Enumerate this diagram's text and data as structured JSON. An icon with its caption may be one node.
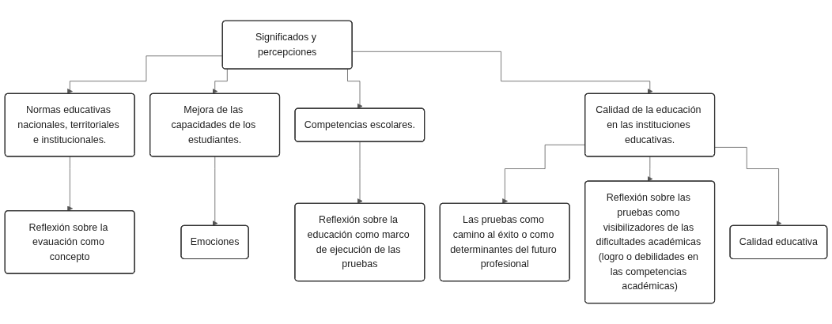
{
  "diagram": {
    "nodes": [
      {
        "text": [
          "Significados y percepciones"
        ]
      },
      {
        "text": [
          "Normas educativas nacionales, territoriales e institucionales."
        ]
      },
      {
        "text": [
          "Reflexión sobre la evauación como concepto"
        ]
      },
      {
        "text": [
          "Mejora de las capacidades de los estudiantes."
        ]
      },
      {
        "text": [
          "Calidad de la educación en las instituciones educativas."
        ]
      },
      {
        "text": [
          "Las pruebas como camino al éxito o como determinantes del futuro profesional"
        ]
      },
      {
        "text": [
          "Emociones"
        ]
      },
      {
        "text": [
          "Competencias escolares."
        ]
      },
      {
        "text": [
          "Reflexión sobre las pruebas como visibilizadores de las dificultades académicas (logro o debilidades en las competencias académicas)"
        ]
      },
      {
        "text": [
          "Calidad educativa"
        ]
      },
      {
        "text": [
          "Reflexión sobre la educación como marco de ejecución de las pruebas"
        ]
      }
    ],
    "edges": [
      {
        "from": 0,
        "to": 1,
        "arrow": "to"
      },
      {
        "from": 1,
        "to": 2,
        "arrow": "to"
      },
      {
        "from": 0,
        "to": 3,
        "arrow": "to"
      },
      {
        "from": 0,
        "to": 7,
        "arrow": "to"
      },
      {
        "from": 0,
        "to": 4,
        "arrow": "to"
      },
      {
        "from": 3,
        "to": 6,
        "arrow": "to"
      },
      {
        "from": 7,
        "to": 10,
        "arrow": "to"
      },
      {
        "from": 4,
        "to": 5,
        "arrow": "to"
      },
      {
        "from": 4,
        "to": 8,
        "arrow": "to"
      },
      {
        "from": 4,
        "to": 9,
        "arrow": "to"
      }
    ]
  }
}
